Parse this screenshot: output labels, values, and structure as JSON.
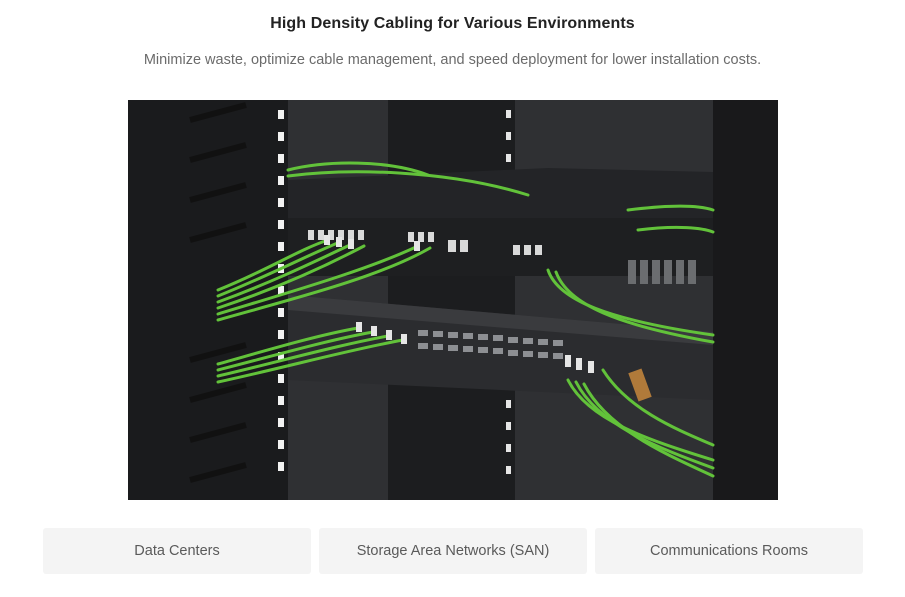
{
  "header": {
    "title": "High Density Cabling for Various Environments",
    "subtitle": "Minimize waste, optimize cable management, and speed deployment for lower installation costs."
  },
  "image": {
    "alt": "High density fiber cabling in rack with green patch cords",
    "colors": {
      "rack": "#1b1c1e",
      "panel": "#2a2b2e",
      "cable": "#6cc83e",
      "connector": "#e8e8e8",
      "background": "#ffffff"
    }
  },
  "tabs": [
    {
      "label": "Data Centers"
    },
    {
      "label": "Storage Area Networks (SAN)"
    },
    {
      "label": "Communications Rooms"
    }
  ]
}
